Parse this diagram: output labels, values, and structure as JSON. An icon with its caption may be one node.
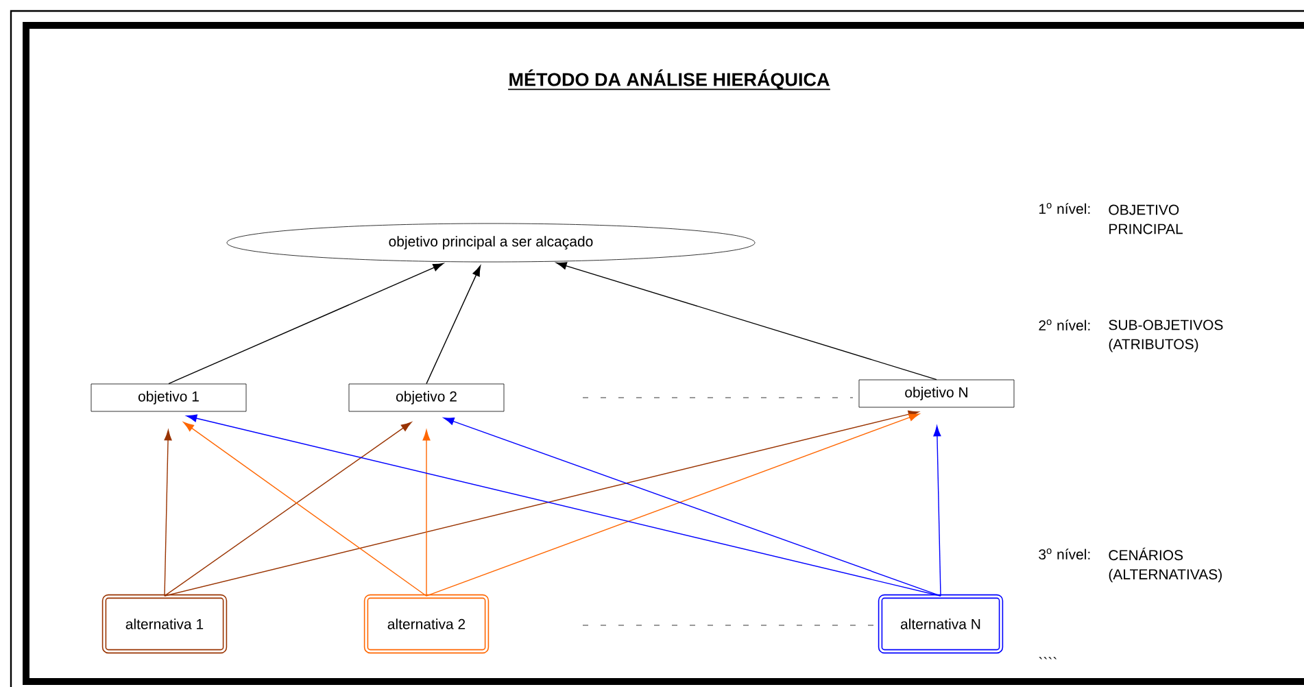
{
  "diagram": {
    "title": "MÉTODO DA ANÁLISE HIERÁQUICA",
    "nodes": [
      {
        "text": [
          "objetivo principal a ser alcaçado"
        ]
      },
      {
        "text": [
          "objetivo 1"
        ]
      },
      {
        "text": [
          "objetivo 2"
        ]
      },
      {
        "text": [
          "objetivo N"
        ]
      },
      {
        "text": [
          "alternativa 1"
        ]
      },
      {
        "text": [
          "alternativa 2"
        ]
      },
      {
        "text": [
          "alternativa N"
        ]
      }
    ],
    "edges": [
      {
        "from": 1,
        "to": 0,
        "arrow": "to"
      },
      {
        "from": 2,
        "to": 0,
        "arrow": "to"
      },
      {
        "from": 3,
        "to": 0,
        "arrow": "to"
      },
      {
        "from": 4,
        "to": 1,
        "arrow": "to",
        "color": "#993300"
      },
      {
        "from": 4,
        "to": 2,
        "arrow": "to",
        "color": "#993300"
      },
      {
        "from": 4,
        "to": 3,
        "arrow": "to",
        "color": "#993300"
      },
      {
        "from": 5,
        "to": 1,
        "arrow": "to",
        "color": "#ff6600"
      },
      {
        "from": 5,
        "to": 2,
        "arrow": "to",
        "color": "#ff6600"
      },
      {
        "from": 5,
        "to": 3,
        "arrow": "to",
        "color": "#ff6600"
      },
      {
        "from": 6,
        "to": 1,
        "arrow": "to",
        "color": "#0000ff"
      },
      {
        "from": 6,
        "to": 2,
        "arrow": "to",
        "color": "#0000ff"
      },
      {
        "from": 6,
        "to": 3,
        "arrow": "to",
        "color": "#0000ff"
      }
    ],
    "labels": [
      "1$^{o}$ nível:",
      "OBJETIVO PRINCIPAL",
      "2$^{o}$ nível:",
      "SUB-OBJETIVOS (ATRIBUTOS)",
      "3$^{o}$ nível:",
      "CENÁRIOS (ALTERNATIVAS)",
      "````"
    ]
  }
}
